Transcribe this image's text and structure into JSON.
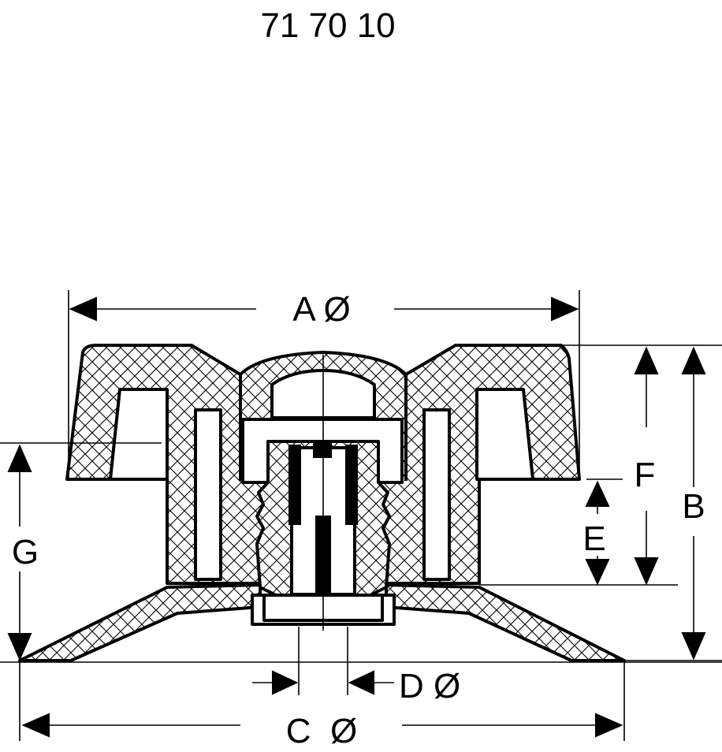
{
  "part_number": "71 70 10",
  "dimensions": {
    "A": "A Ø",
    "B": "B",
    "C": "C  Ø",
    "D": "D  Ø",
    "E": "E",
    "F": "F",
    "G": "G"
  }
}
